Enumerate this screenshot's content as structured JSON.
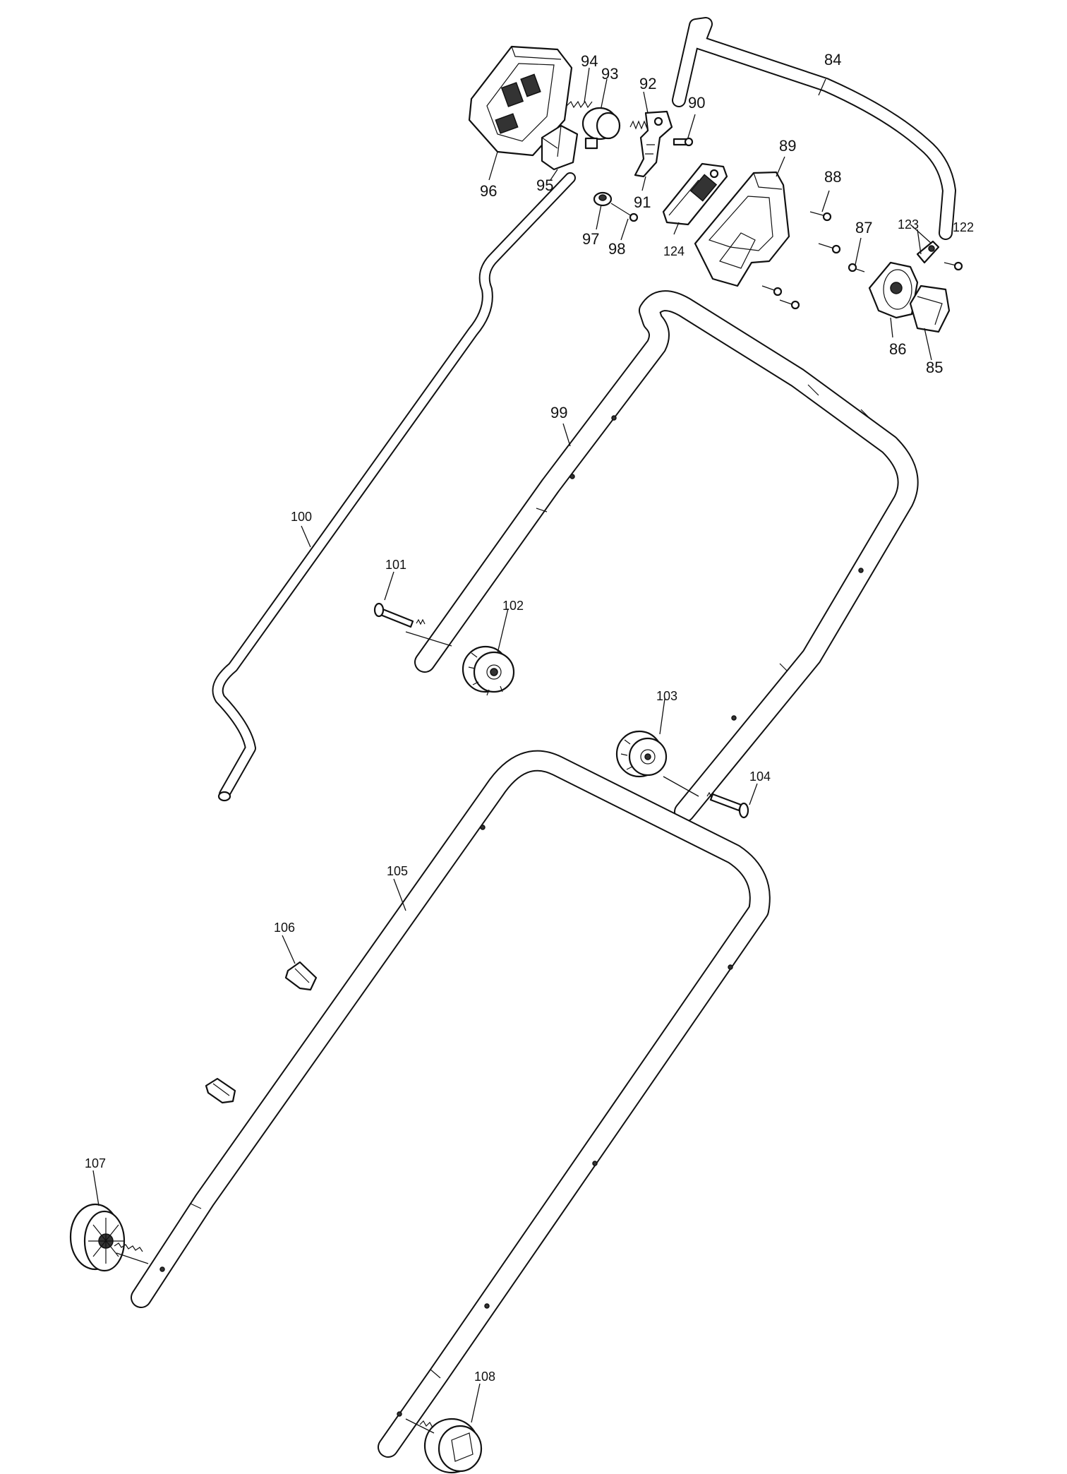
{
  "diagram": {
    "callouts": [
      {
        "id": "84",
        "label": "84"
      },
      {
        "id": "85",
        "label": "85"
      },
      {
        "id": "86",
        "label": "86"
      },
      {
        "id": "87",
        "label": "87"
      },
      {
        "id": "88",
        "label": "88"
      },
      {
        "id": "89",
        "label": "89"
      },
      {
        "id": "90",
        "label": "90"
      },
      {
        "id": "91",
        "label": "91"
      },
      {
        "id": "92",
        "label": "92"
      },
      {
        "id": "93",
        "label": "93"
      },
      {
        "id": "94",
        "label": "94"
      },
      {
        "id": "95",
        "label": "95"
      },
      {
        "id": "96",
        "label": "96"
      },
      {
        "id": "97",
        "label": "97"
      },
      {
        "id": "98",
        "label": "98"
      },
      {
        "id": "99",
        "label": "99"
      },
      {
        "id": "100",
        "label": "100"
      },
      {
        "id": "101",
        "label": "101"
      },
      {
        "id": "102",
        "label": "102"
      },
      {
        "id": "103",
        "label": "103"
      },
      {
        "id": "104",
        "label": "104"
      },
      {
        "id": "105",
        "label": "105"
      },
      {
        "id": "106",
        "label": "106"
      },
      {
        "id": "107",
        "label": "107"
      },
      {
        "id": "108",
        "label": "108"
      },
      {
        "id": "122",
        "label": "122"
      },
      {
        "id": "123",
        "label": "123"
      },
      {
        "id": "124",
        "label": "124"
      }
    ]
  }
}
